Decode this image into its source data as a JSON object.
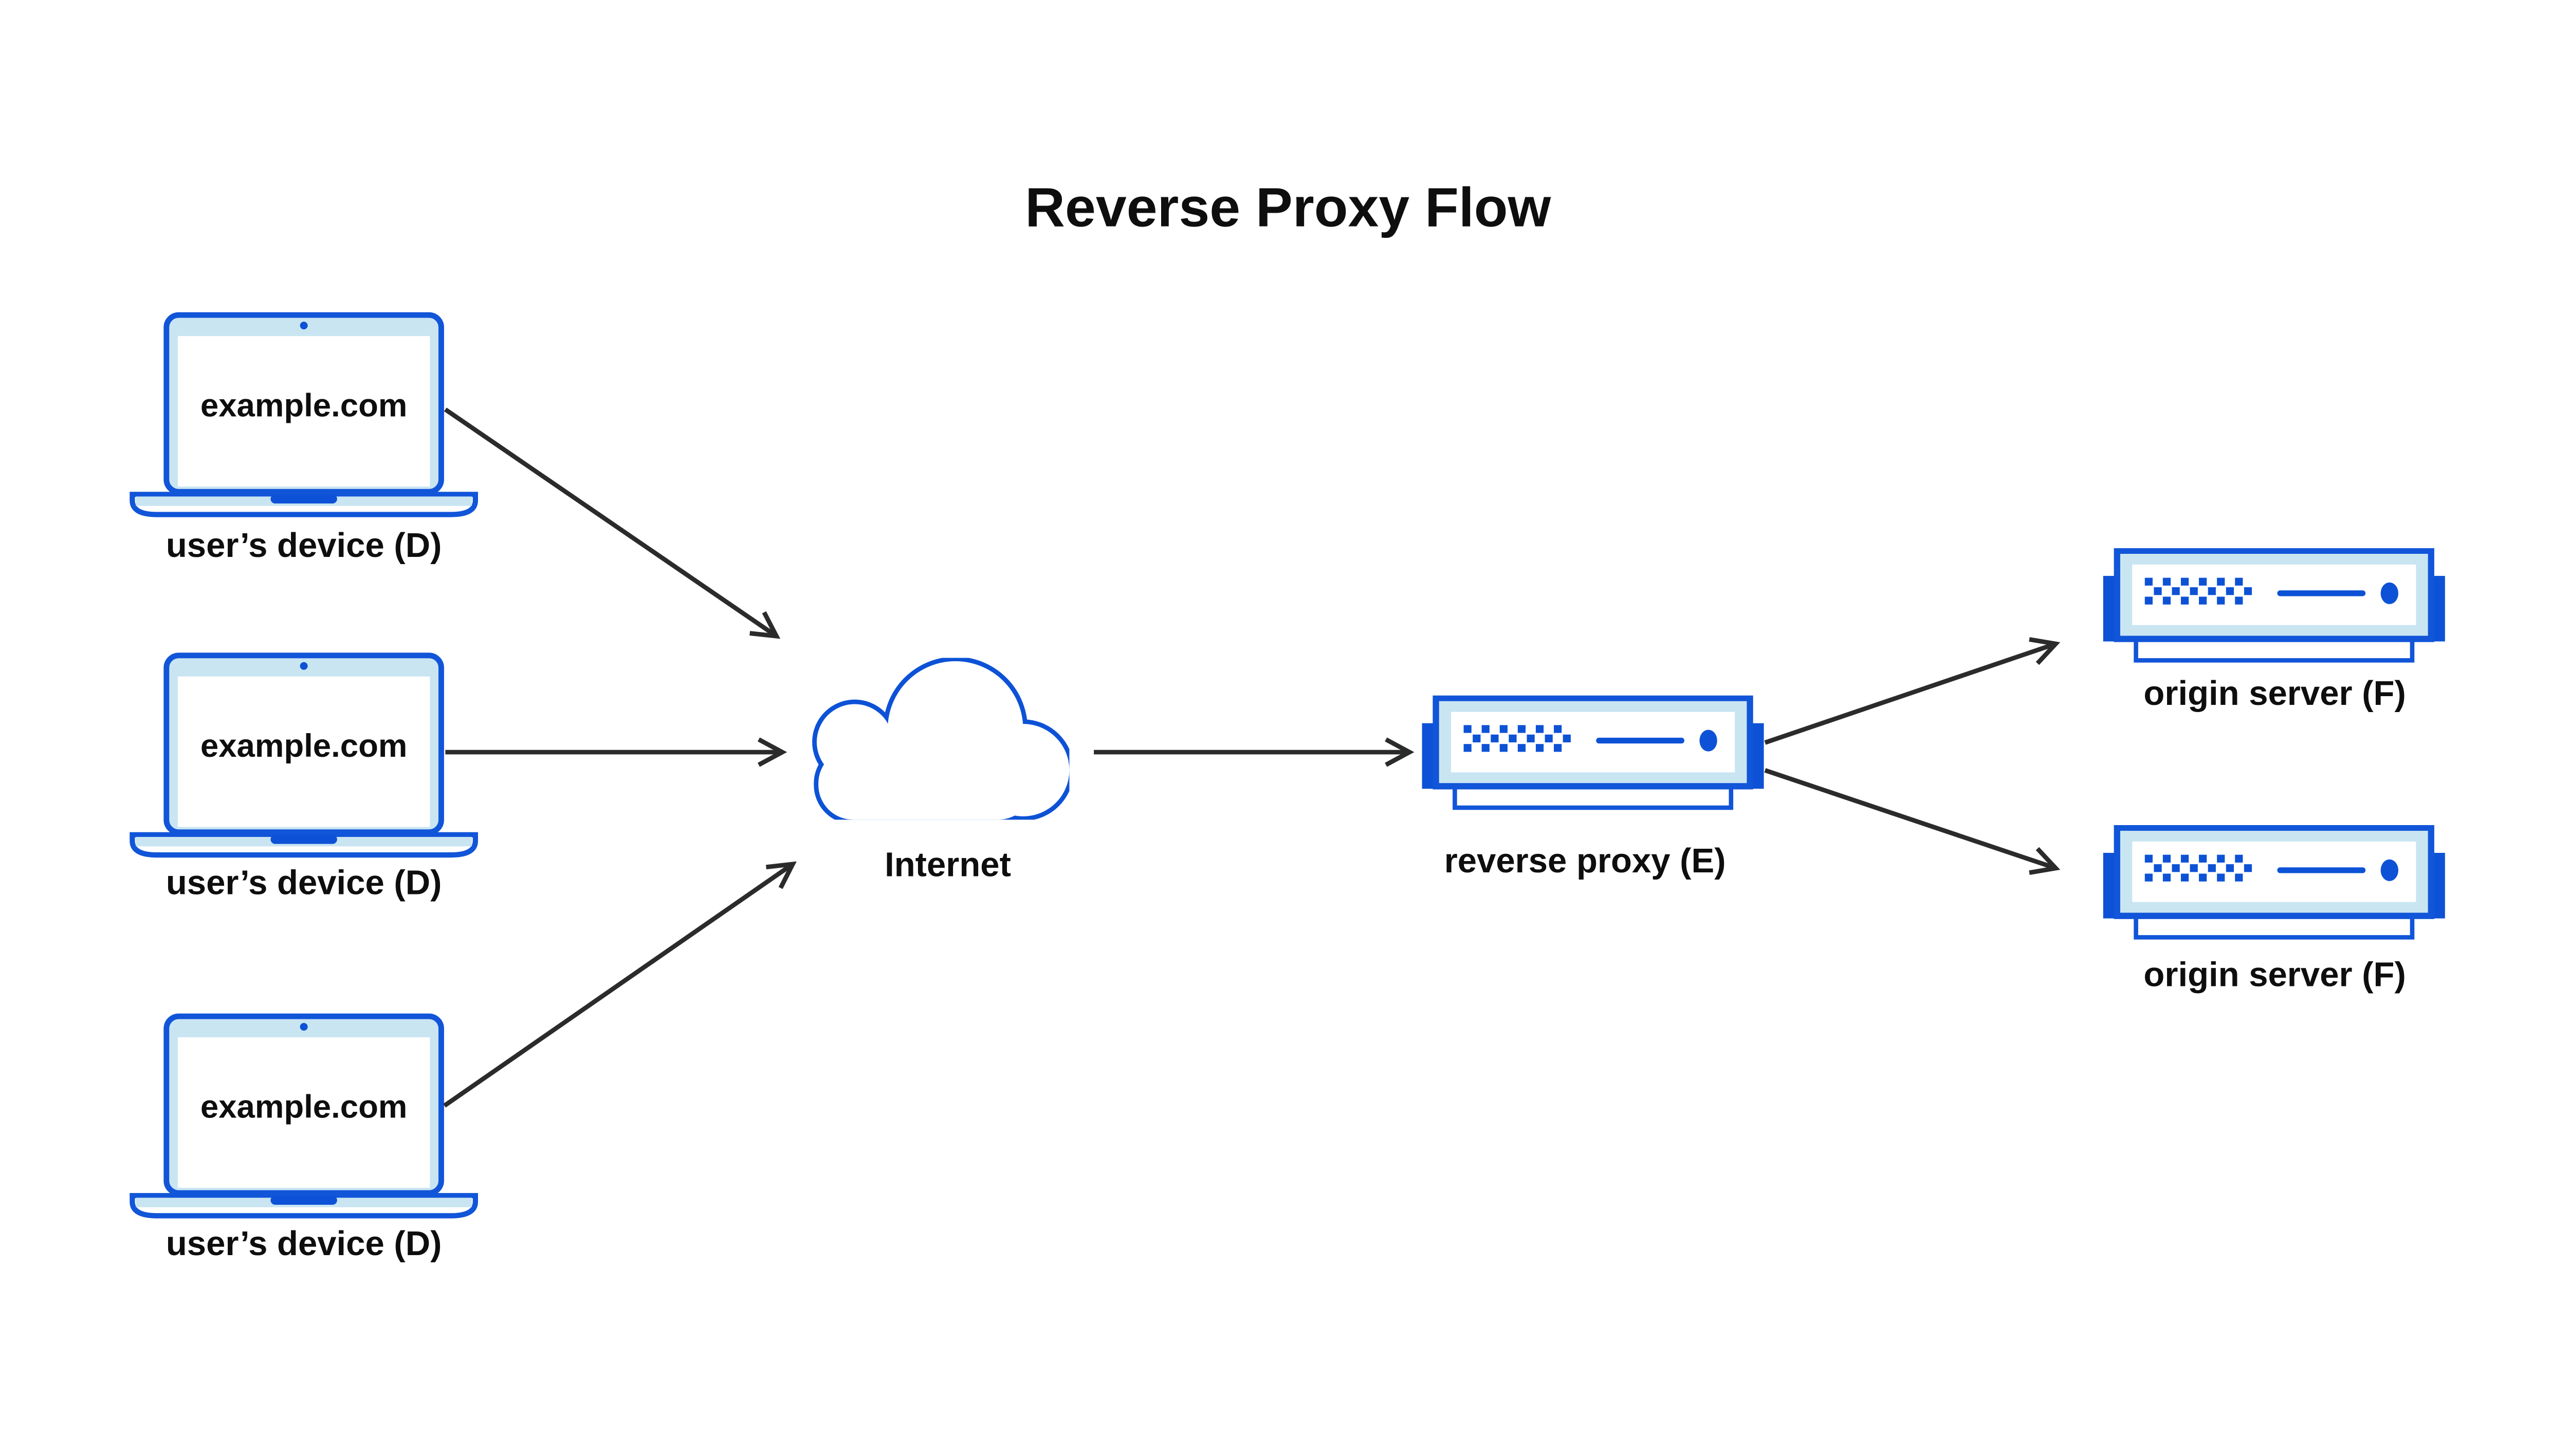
{
  "meta": {
    "title_text": "Reverse Proxy Flow",
    "diagram_type": "network-flow-diagram"
  },
  "colors": {
    "background": "#ffffff",
    "accent_stroke_blue": "#1155d8",
    "accent_solid_blue": "#0d52d6",
    "light_blue_fill": "#c9e5f2",
    "panel_white": "#ffffff",
    "text_black": "#0e0e0e",
    "arrow_black": "#2b2b2b"
  },
  "icons": {
    "device": "laptop-icon",
    "internet": "cloud-icon",
    "proxy": "server-icon",
    "origin": "server-icon",
    "connector": "arrow-icon"
  },
  "nodes": {
    "user_devices": [
      {
        "id": "user-device-1",
        "screen_text": "example.com",
        "label": "user’s device (D)"
      },
      {
        "id": "user-device-2",
        "screen_text": "example.com",
        "label": "user’s device (D)"
      },
      {
        "id": "user-device-3",
        "screen_text": "example.com",
        "label": "user’s device (D)"
      }
    ],
    "internet": {
      "id": "internet",
      "label": "Internet"
    },
    "reverse_proxy": {
      "id": "reverse-proxy",
      "label": "reverse proxy (E)"
    },
    "origin_servers": [
      {
        "id": "origin-server-1",
        "label": "origin server (F)"
      },
      {
        "id": "origin-server-2",
        "label": "origin server (F)"
      }
    ]
  },
  "connections": [
    {
      "from": "user-device-1",
      "to": "internet"
    },
    {
      "from": "user-device-2",
      "to": "internet"
    },
    {
      "from": "user-device-3",
      "to": "internet"
    },
    {
      "from": "internet",
      "to": "reverse-proxy"
    },
    {
      "from": "reverse-proxy",
      "to": "origin-server-1"
    },
    {
      "from": "reverse-proxy",
      "to": "origin-server-2"
    }
  ]
}
